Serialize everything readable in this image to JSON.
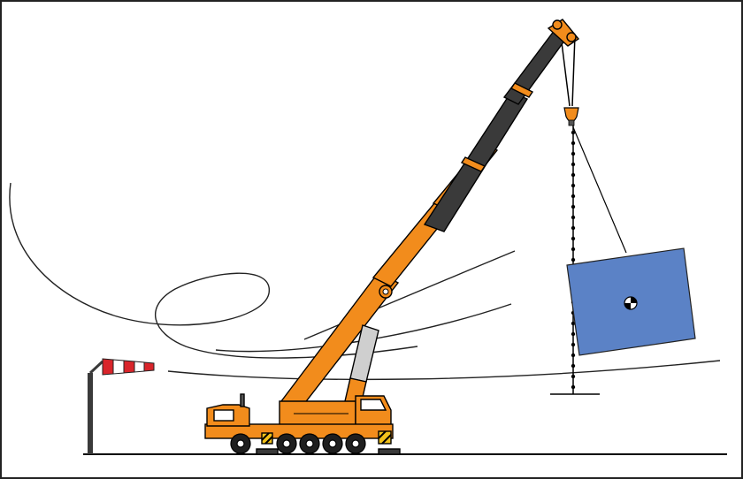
{
  "diagram": {
    "subject": "crane-lifting-load-in-wind",
    "colors": {
      "crane_body": "#f28c1c",
      "crane_outline": "#000000",
      "boom_dark_section": "#3a3a3a",
      "boom_light_section": "#cfcfcf",
      "load": "#5b82c6",
      "load_outline": "#222222",
      "windsock_red": "#d9252b",
      "windsock_white": "#ffffff",
      "ground": "#000000",
      "wind_lines": "#222222"
    },
    "elements": {
      "crane": "mobile-crane",
      "load": "suspended-panel-load",
      "windsock": "windsock",
      "wind": "wind-gust-lines",
      "center_of_gravity": "center-of-gravity-symbol",
      "plumb_line": "vertical-reference-line"
    }
  }
}
